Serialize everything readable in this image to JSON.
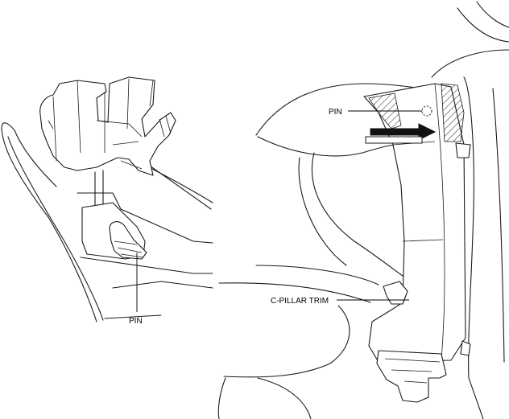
{
  "labels": {
    "pin_right": "PIN",
    "c_pillar_trim": "C-PILLAR TRIM",
    "pin_left": "PIN"
  },
  "colors": {
    "line": "#1a1a1a",
    "arrow_fill": "#111111",
    "background": "#ffffff"
  }
}
